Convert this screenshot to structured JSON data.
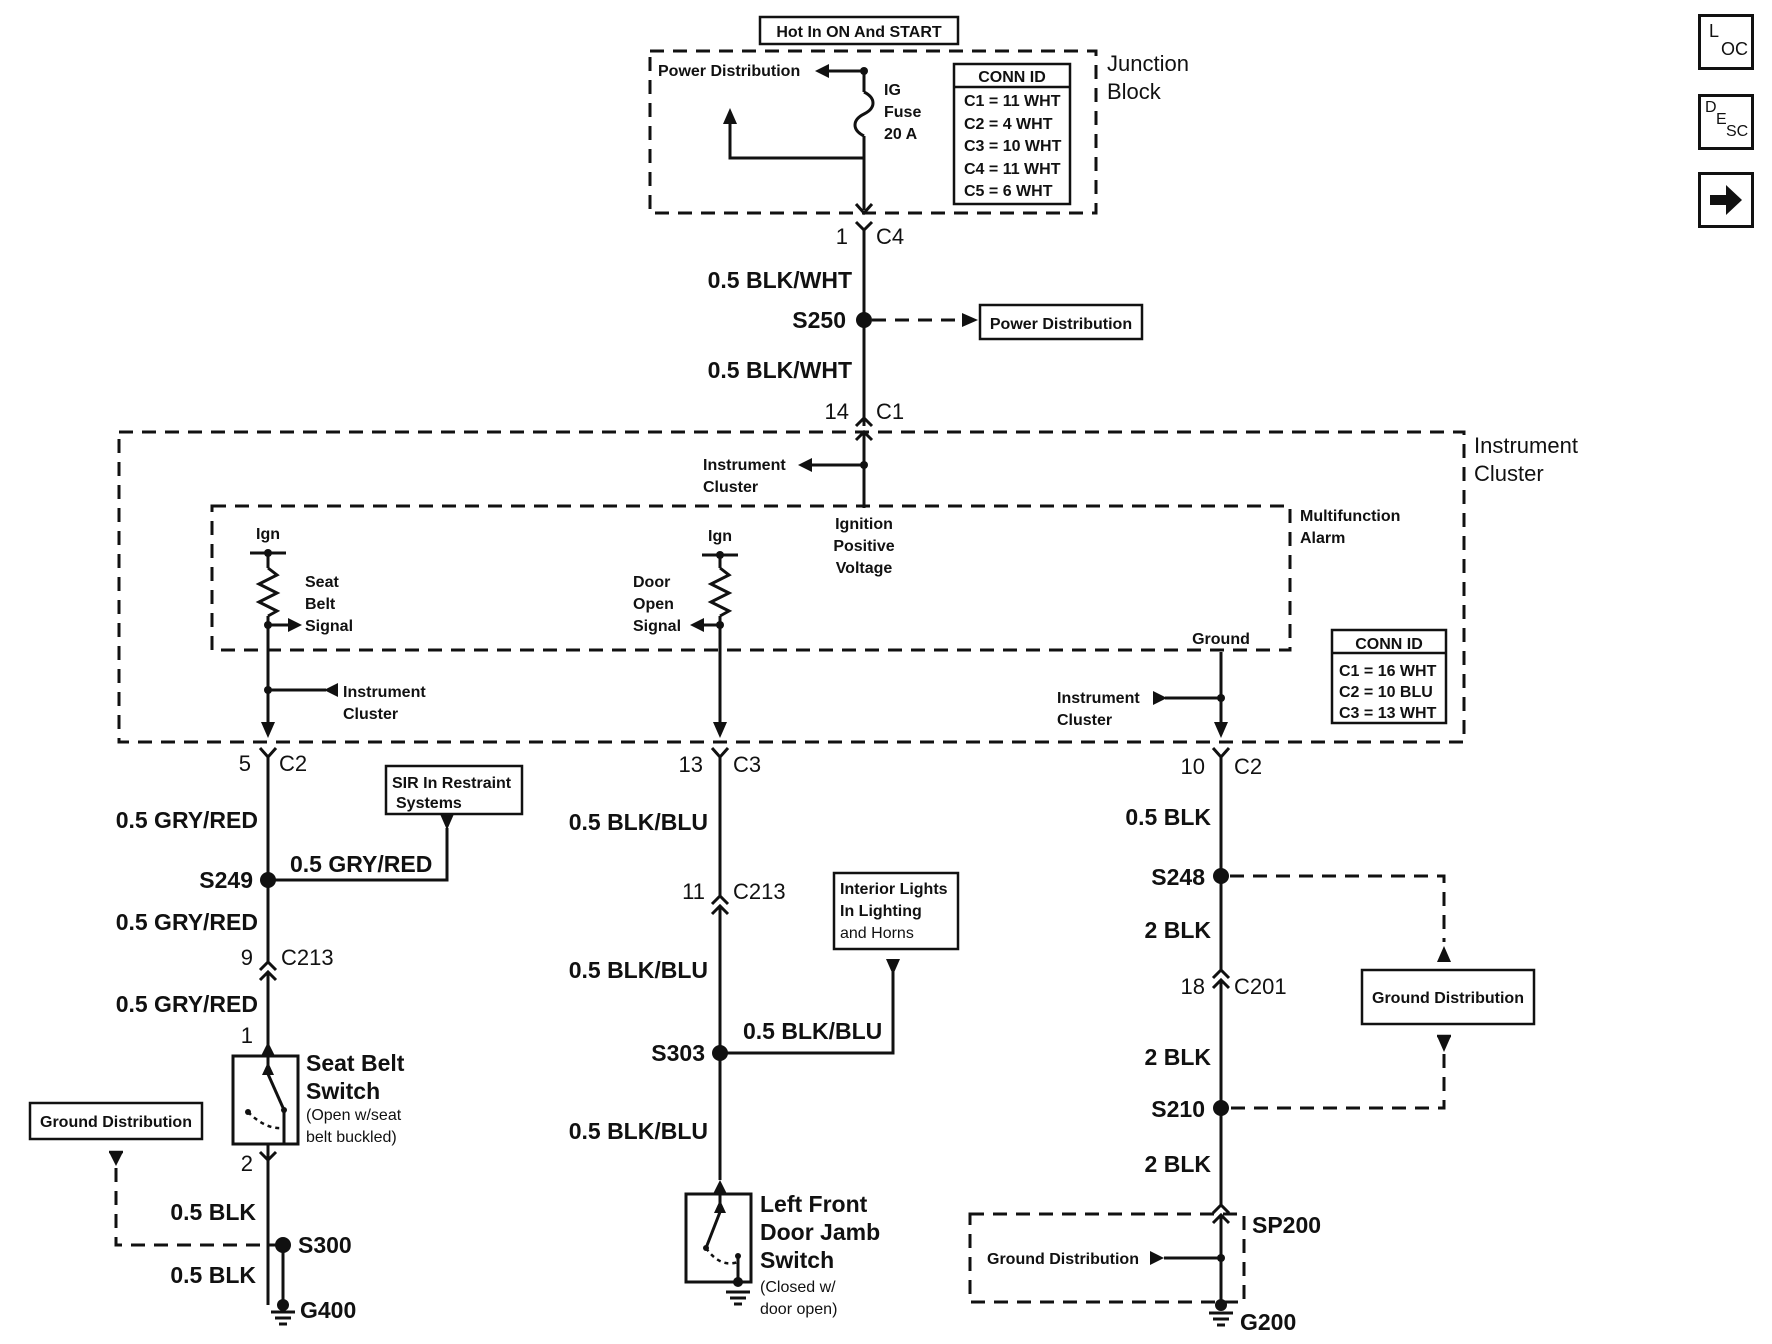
{
  "nav": {
    "loc": {
      "top": "L",
      "bottom": "OC"
    },
    "desc": {
      "top": "D",
      "mid": "E",
      "bottom": "SC"
    },
    "next_icon": "right-arrow-icon"
  },
  "junction_block": {
    "hot_label": "Hot In ON And START",
    "title_line1": "Junction",
    "title_line2": "Block",
    "power_distribution": "Power Distribution",
    "fuse_line1": "IG",
    "fuse_line2": "Fuse",
    "fuse_line3": "20 A",
    "conn_id": {
      "header": "CONN ID",
      "rows": [
        "C1 = 11 WHT",
        "C2 = 4 WHT",
        "C3 = 10 WHT",
        "C4 = 11 WHT",
        "C5 = 6 WHT"
      ]
    },
    "pin": "1",
    "connector": "C4"
  },
  "feed": {
    "wire_top": "0.5 BLK/WHT",
    "splice": "S250",
    "splice_ref": "Power Distribution",
    "wire_bottom": "0.5 BLK/WHT",
    "pin": "14",
    "connector": "C1"
  },
  "instrument_cluster": {
    "title_line1": "Instrument",
    "title_line2": "Cluster",
    "feed_line1": "Instrument",
    "feed_line2": "Cluster",
    "ign_line1": "Ignition",
    "ign_line2": "Positive",
    "ign_line3": "Voltage",
    "alarm_line1": "Multifunction",
    "alarm_line2": "Alarm",
    "ign_left": "Ign",
    "ign_mid": "Ign",
    "seat_line1": "Seat",
    "seat_line2": "Belt",
    "seat_line3": "Signal",
    "door_line1": "Door",
    "door_line2": "Open",
    "door_line3": "Signal",
    "ground": "Ground",
    "ic_left_line1": "Instrument",
    "ic_left_line2": "Cluster",
    "ic_right_line1": "Instrument",
    "ic_right_line2": "Cluster",
    "conn_id": {
      "header": "CONN ID",
      "rows": [
        "C1 = 16 WHT",
        "C2 = 10 BLU",
        "C3 = 13 WHT"
      ]
    }
  },
  "seat_belt_circuit": {
    "pin_top": "5",
    "conn_top": "C2",
    "wire1": "0.5 GRY/RED",
    "sir_line1": "SIR In Restraint",
    "sir_line2": "Systems",
    "branch_wire": "0.5 GRY/RED",
    "splice": "S249",
    "wire2": "0.5 GRY/RED",
    "pin_c213": "9",
    "conn_c213": "C213",
    "wire3": "0.5 GRY/RED",
    "sw_pin_top": "1",
    "switch_line1": "Seat Belt",
    "switch_line2": "Switch",
    "switch_line3": "(Open w/seat",
    "switch_line4": "belt buckled)",
    "sw_pin_bottom": "2",
    "ground_ref": "Ground Distribution",
    "wire4": "0.5 BLK",
    "splice2": "S300",
    "wire5": "0.5 BLK",
    "ground": "G400"
  },
  "door_circuit": {
    "pin_top": "13",
    "conn_top": "C3",
    "wire1": "0.5 BLK/BLU",
    "pin_c213": "11",
    "conn_c213": "C213",
    "lights_line1": "Interior Lights",
    "lights_line2": "In Lighting",
    "lights_line3": "and Horns",
    "wire2": "0.5 BLK/BLU",
    "branch_wire": "0.5 BLK/BLU",
    "splice": "S303",
    "wire3": "0.5 BLK/BLU",
    "switch_line1": "Left Front",
    "switch_line2": "Door Jamb",
    "switch_line3": "Switch",
    "switch_line4": "(Closed w/",
    "switch_line5": "door open)"
  },
  "ground_circuit": {
    "pin_top": "10",
    "conn_top": "C2",
    "wire1": "0.5 BLK",
    "splice1": "S248",
    "wire2": "2 BLK",
    "pin_c201": "18",
    "conn_c201": "C201",
    "ground_ref": "Ground Distribution",
    "wire3": "2 BLK",
    "splice2": "S210",
    "wire4": "2 BLK",
    "sp": "SP200",
    "sp_ref": "Ground Distribution",
    "ground": "G200"
  }
}
